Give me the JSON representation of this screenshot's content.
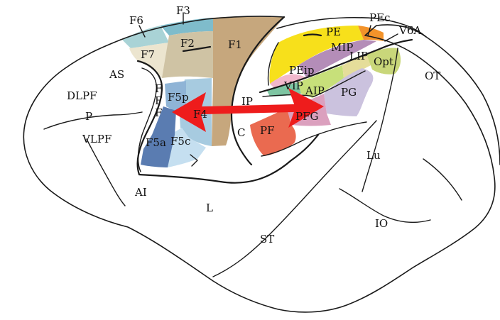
{
  "diagram": {
    "arrow_color": "#ee1c1c",
    "outline_color": "#1a1a1a",
    "regions": [
      {
        "id": "F6",
        "label": "F6",
        "color": "#a9d3d6"
      },
      {
        "id": "F3",
        "label": "F3",
        "color": "#7fbccb"
      },
      {
        "id": "F7",
        "label": "F7",
        "color": "#ece5cf"
      },
      {
        "id": "F2",
        "label": "F2",
        "color": "#cfc3a4"
      },
      {
        "id": "F1",
        "label": "F1",
        "color": "#c6a77d"
      },
      {
        "id": "F4",
        "label": "F4",
        "color": "#a7cbe0"
      },
      {
        "id": "F5p",
        "label": "F5p",
        "color": "#8fb4d6"
      },
      {
        "id": "F5a",
        "label": "F5a",
        "color": "#5a7cb1"
      },
      {
        "id": "F5c",
        "label": "F5c",
        "color": "#c5dff0"
      },
      {
        "id": "PE",
        "label": "PE",
        "color": "#f7e01b"
      },
      {
        "id": "PEc",
        "label": "PEc",
        "color": "#f3932a"
      },
      {
        "id": "MIP",
        "label": "MIP",
        "color": "#b48db8"
      },
      {
        "id": "PEip",
        "label": "PEip",
        "color": "#f2b8cc"
      },
      {
        "id": "VIP",
        "label": "VIP",
        "color": "#7dc5a2"
      },
      {
        "id": "AIP",
        "label": "AIP",
        "color": "#c7e07a"
      },
      {
        "id": "LIP",
        "label": "LIP",
        "color": "#e5dd9a"
      },
      {
        "id": "Opt",
        "label": "Opt",
        "color": "#c9d77a"
      },
      {
        "id": "PG",
        "label": "PG",
        "color": "#cbc2de"
      },
      {
        "id": "PFG",
        "label": "PFG",
        "color": "#dba0be"
      },
      {
        "id": "PF",
        "label": "PF",
        "color": "#ea6a50"
      }
    ],
    "sulci_labels": {
      "V6A": "V6A",
      "AS": "AS",
      "DLPF": "DLPF",
      "P": "P",
      "VLPF": "VLPF",
      "AI": "AI",
      "IP": "IP",
      "C": "C",
      "OT": "OT",
      "Lu": "Lu",
      "L": "L",
      "IO": "IO",
      "ST": "ST"
    },
    "f_stack": [
      "F",
      "F",
      "F"
    ]
  }
}
